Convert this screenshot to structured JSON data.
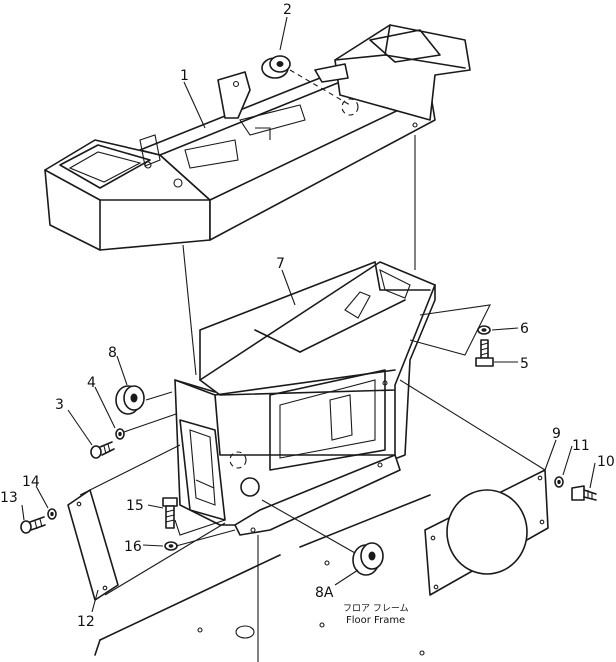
{
  "callouts": [
    {
      "id": "c1",
      "label": "1"
    },
    {
      "id": "c2",
      "label": "2"
    },
    {
      "id": "c3",
      "label": "3"
    },
    {
      "id": "c4",
      "label": "4"
    },
    {
      "id": "c5",
      "label": "5"
    },
    {
      "id": "c6",
      "label": "6"
    },
    {
      "id": "c7",
      "label": "7"
    },
    {
      "id": "c8",
      "label": "8"
    },
    {
      "id": "c8a",
      "label": "8A"
    },
    {
      "id": "c9",
      "label": "9"
    },
    {
      "id": "c10",
      "label": "10"
    },
    {
      "id": "c11",
      "label": "11"
    },
    {
      "id": "c12",
      "label": "12"
    },
    {
      "id": "c13",
      "label": "13"
    },
    {
      "id": "c14",
      "label": "14"
    },
    {
      "id": "c15",
      "label": "15"
    },
    {
      "id": "c16",
      "label": "16"
    }
  ],
  "floor_frame": {
    "label_jp": "フロア フレーム",
    "label_en": "Floor Frame"
  }
}
